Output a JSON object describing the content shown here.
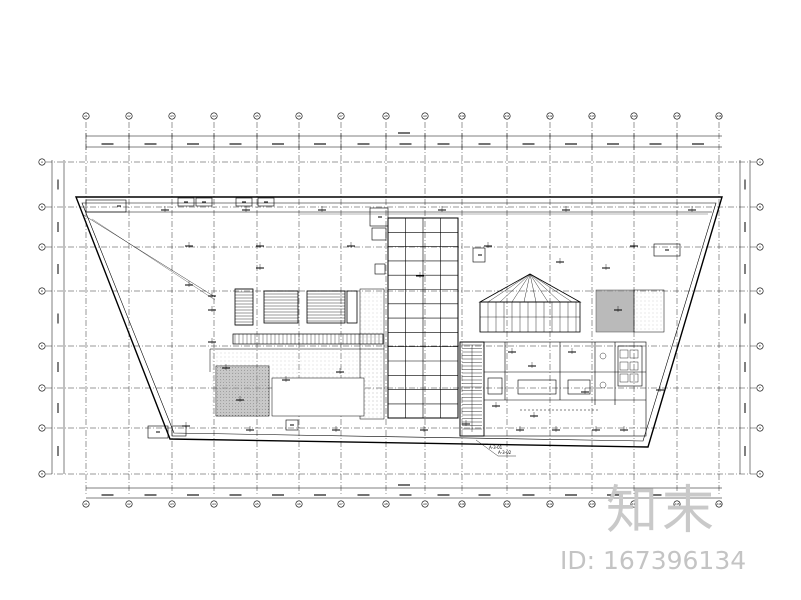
{
  "drawing": {
    "grid_columns": [
      "A1",
      "A2",
      "A3",
      "A4",
      "A5",
      "A6",
      "A7",
      "A8",
      "A9",
      "A10",
      "A11",
      "A12",
      "A13",
      "A14",
      "A15",
      "A16"
    ],
    "grid_rows": [
      "A",
      "B",
      "C",
      "D",
      "E",
      "F",
      "G",
      "H"
    ],
    "notes": [
      "A-3-01",
      "A-3-02"
    ]
  },
  "watermark": {
    "logo_text": "知末",
    "id_text": "ID: 167396134",
    "color": "#c4c4c4"
  },
  "colors": {
    "line": "#000000",
    "hatch": "#9a9a9a",
    "background": "#ffffff"
  }
}
